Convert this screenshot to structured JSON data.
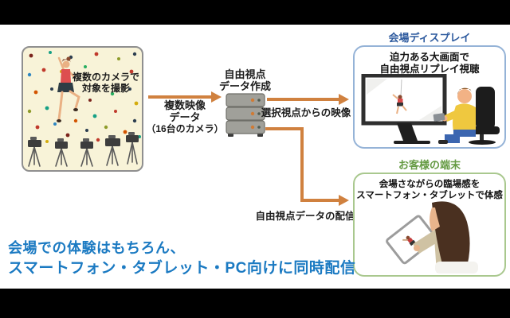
{
  "capture": {
    "caption_line1": "複数のカメラで",
    "caption_line2": "対象を撮影"
  },
  "flow": {
    "multi_video_line1": "複数映像",
    "multi_video_line2": "データ",
    "multi_video_line3": "（16台のカメラ）",
    "server_label_line1": "自由視点",
    "server_label_line2": "データ作成",
    "selected_view_label": "選択視点からの映像",
    "distribution_label": "自由視点データの配信"
  },
  "venue": {
    "title": "会場ディスプレイ",
    "desc_line1": "迫力ある大画面で",
    "desc_line2": "自由視点リプレイ視聴"
  },
  "customer": {
    "title": "お客様の端末",
    "desc_line1": "会場さながらの臨場感を",
    "desc_line2": "スマートフォン・タブレットで体感"
  },
  "footer": {
    "line1": "会場での体験はもちろん、",
    "line2": "スマートフォン・タブレット・PC向けに同時配信"
  },
  "icons": {
    "capture": "climbing-wall-cameras-illustration",
    "server": "server-stack-icon",
    "venue": "tv-display-viewer-illustration",
    "customer": "woman-tablet-illustration"
  },
  "colors": {
    "arrow_orange": "#d0813f",
    "venue_accent": "#2d5a9e",
    "venue_border": "#95b3d7",
    "customer_accent": "#649a42",
    "customer_border": "#a9c88e",
    "footer_blue": "#1b7ac2",
    "letterbox": "#000000",
    "wall_background": "#f8f3d8"
  }
}
